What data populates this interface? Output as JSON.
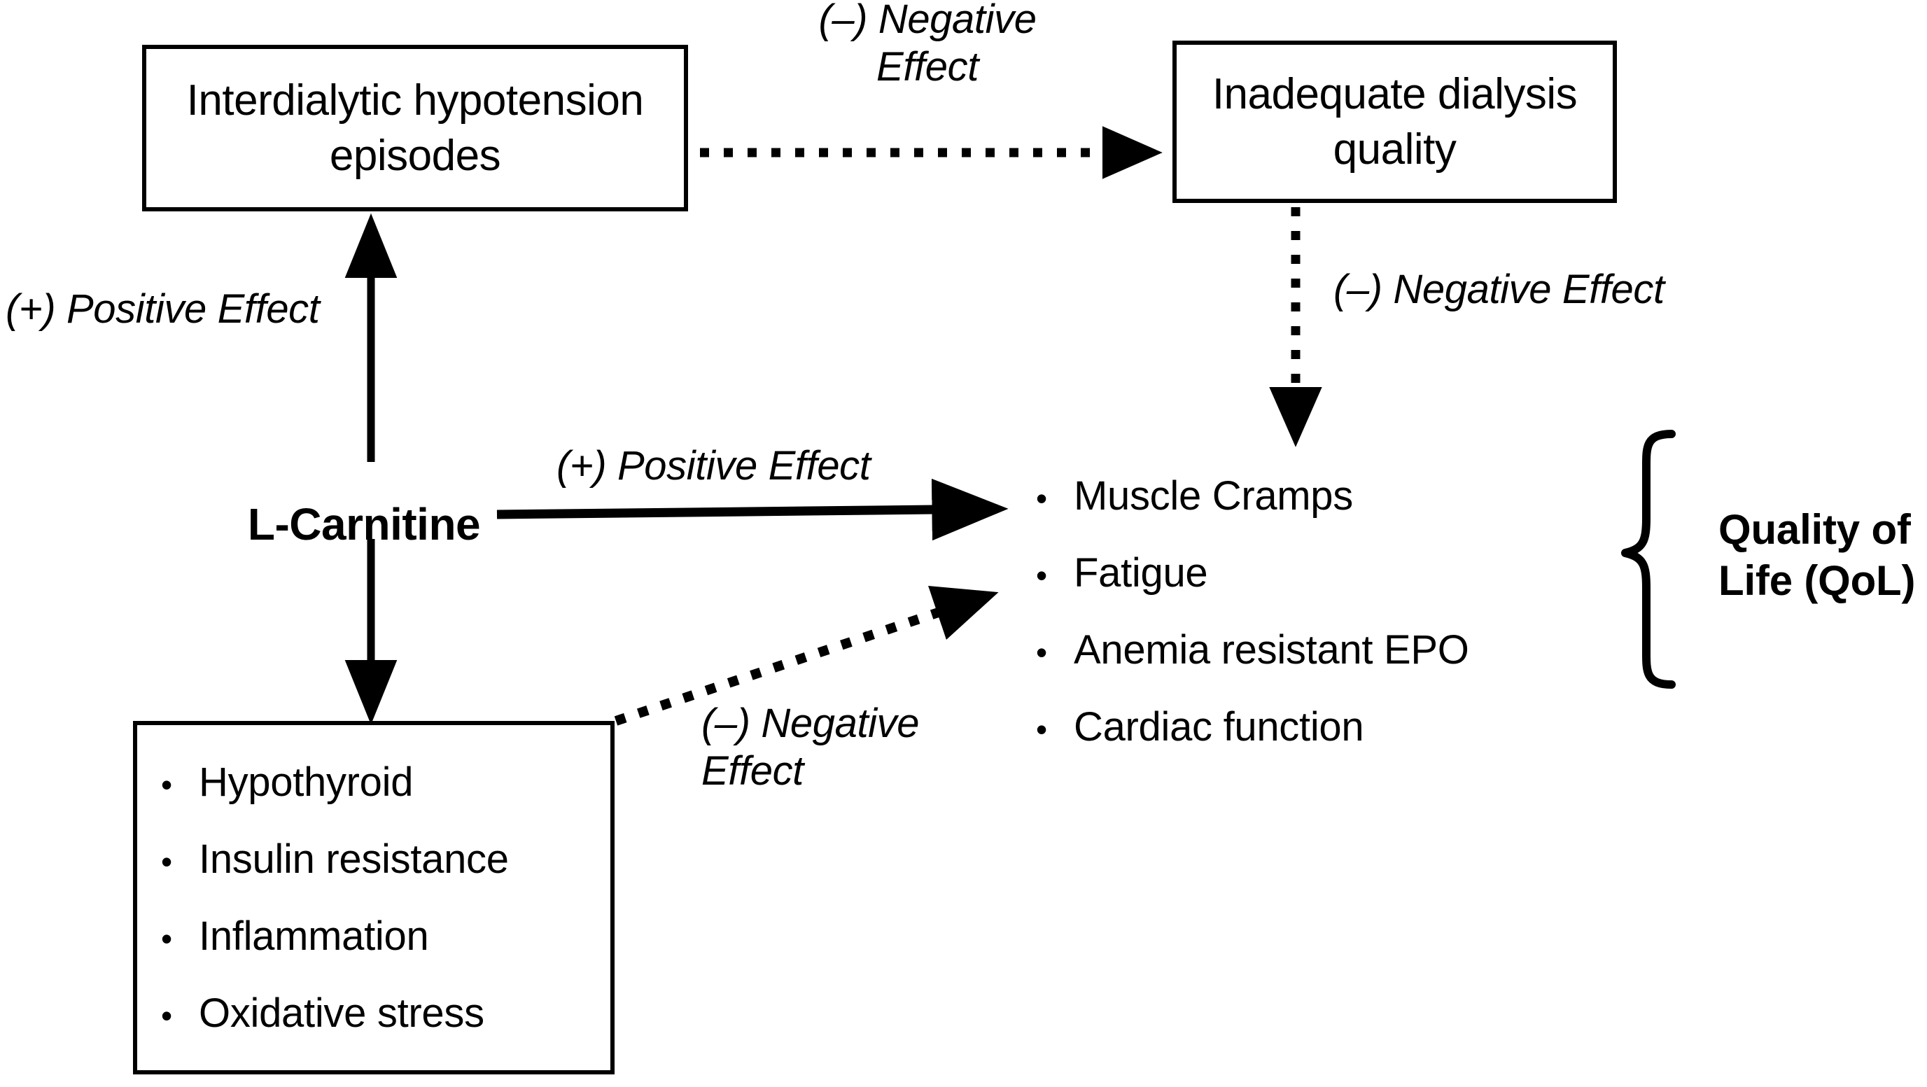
{
  "diagram": {
    "title": "L-Carnitine effects on dialysis-related outcomes and Quality of Life",
    "accent_color": "#000000",
    "background_color": "#ffffff"
  },
  "nodes": {
    "interdialytic_hypotension": {
      "label": "Interdialytic hypotension\nepisodes"
    },
    "inadequate_dialysis": {
      "label": "Inadequate dialysis\nquality"
    },
    "lcarnitine": {
      "label": "L-Carnitine"
    },
    "quality_of_life": {
      "label": "Quality of\nLife (QoL)"
    },
    "risk_factors": {
      "bullet": "•",
      "items": [
        "Hypothyroid",
        "Insulin resistance",
        "Inflammation",
        "Oxidative stress"
      ]
    },
    "outcomes": {
      "bullet": "•",
      "items": [
        "Muscle Cramps",
        "Fatigue",
        "Anemia resistant EPO",
        "Cardiac function"
      ]
    }
  },
  "edges": {
    "hypotension_to_dialysis": {
      "label": "(–) Negative\nEffect",
      "style": "dotted"
    },
    "dialysis_to_outcomes": {
      "label": "(–) Negative Effect",
      "style": "dotted"
    },
    "lcarnitine_to_hypotension": {
      "label": "(+) Positive Effect",
      "style": "solid"
    },
    "lcarnitine_to_outcomes": {
      "label": "(+) Positive Effect",
      "style": "solid"
    },
    "riskfactors_to_outcomes": {
      "label": "(–) Negative\nEffect",
      "style": "dotted"
    }
  }
}
